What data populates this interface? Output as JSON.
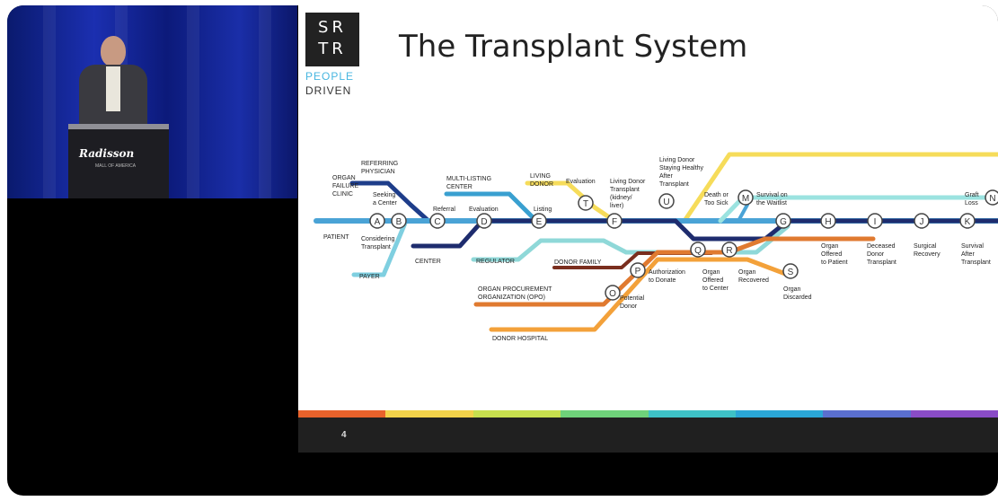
{
  "podium": {
    "logo": "Radisson",
    "sub": "MALL OF AMERICA"
  },
  "slide": {
    "logo_letters_top": "SR",
    "logo_letters_bottom": "TR",
    "logo_people": "PEOPLE",
    "logo_driven": "DRIVEN",
    "title": "The Transplant System",
    "page_number": "4"
  },
  "stations": [
    {
      "letter": "A",
      "label": [
        "Seeking",
        "a Center"
      ]
    },
    {
      "letter": "B",
      "label": [
        "Considering",
        "Transplant"
      ]
    },
    {
      "letter": "C",
      "label": [
        "Referral"
      ]
    },
    {
      "letter": "D",
      "label": [
        "Evaluation"
      ]
    },
    {
      "letter": "E",
      "label": [
        "Listing"
      ]
    },
    {
      "letter": "T",
      "label": [
        "Evaluation"
      ]
    },
    {
      "letter": "F",
      "label": [
        "Living Donor",
        "Transplant",
        "(kidney/",
        "liver)"
      ]
    },
    {
      "letter": "U",
      "label": [
        "Living Donor",
        "Staying Healthy",
        "After",
        "Transplant"
      ]
    },
    {
      "letter": "M",
      "label": [
        "Death or",
        "Too Sick"
      ]
    },
    {
      "letter": "G",
      "label": [
        "Survival on",
        "the Waitlist"
      ]
    },
    {
      "letter": "H",
      "label": [
        "Organ",
        "Offered",
        "to Patient"
      ]
    },
    {
      "letter": "I",
      "label": [
        "Deceased",
        "Donor",
        "Transplant"
      ]
    },
    {
      "letter": "J",
      "label": [
        "Surgical",
        "Recovery"
      ]
    },
    {
      "letter": "K",
      "label": [
        "Survival",
        "After",
        "Transplant"
      ]
    },
    {
      "letter": "N",
      "label": [
        "Graft",
        "Loss"
      ]
    },
    {
      "letter": "O",
      "label": [
        "Potential",
        "Donor"
      ]
    },
    {
      "letter": "P",
      "label": [
        "Authorization",
        "to Donate"
      ]
    },
    {
      "letter": "Q",
      "label": [
        "Organ",
        "Offered",
        "to Center"
      ]
    },
    {
      "letter": "R",
      "label": [
        "Organ",
        "Recovered"
      ]
    },
    {
      "letter": "S",
      "label": [
        "Organ",
        "Discarded"
      ]
    }
  ],
  "line_labels": {
    "organ_failure_clinic": [
      "ORGAN",
      "FAILURE",
      "CLINIC"
    ],
    "referring_physician": [
      "REFERRING",
      "PHYSICIAN"
    ],
    "multi_listing_center": [
      "MULTI-LISTING",
      "CENTER"
    ],
    "living_donor": [
      "LIVING",
      "DONOR"
    ],
    "patient": "PATIENT",
    "payer": "PAYER",
    "center": "CENTER",
    "regulator": "REGULATOR",
    "donor_family": "DONOR FAMILY",
    "opo": [
      "ORGAN PROCUREMENT",
      "ORGANIZATION (OPO)"
    ],
    "donor_hospital": "DONOR HOSPITAL"
  },
  "colors": {
    "patient_line": "#4aa3d6",
    "center_line": "#1e2c6e",
    "payer_line": "#7fcfe0",
    "regulator_line": "#8fd8d8",
    "living_donor_line": "#f6dc5a",
    "opo_line": "#e07a30",
    "donor_hospital_line": "#f3a13a",
    "donor_family_line": "#7a2e1e",
    "referring_line": "#1e3d8a",
    "multi_listing_line": "#39a0d0",
    "colorbar": [
      "#e8622b",
      "#f2d24a",
      "#c7df4e",
      "#6fd27a",
      "#3ec1c6",
      "#2aa6d6",
      "#5a6fcf",
      "#8a4cc6"
    ]
  }
}
